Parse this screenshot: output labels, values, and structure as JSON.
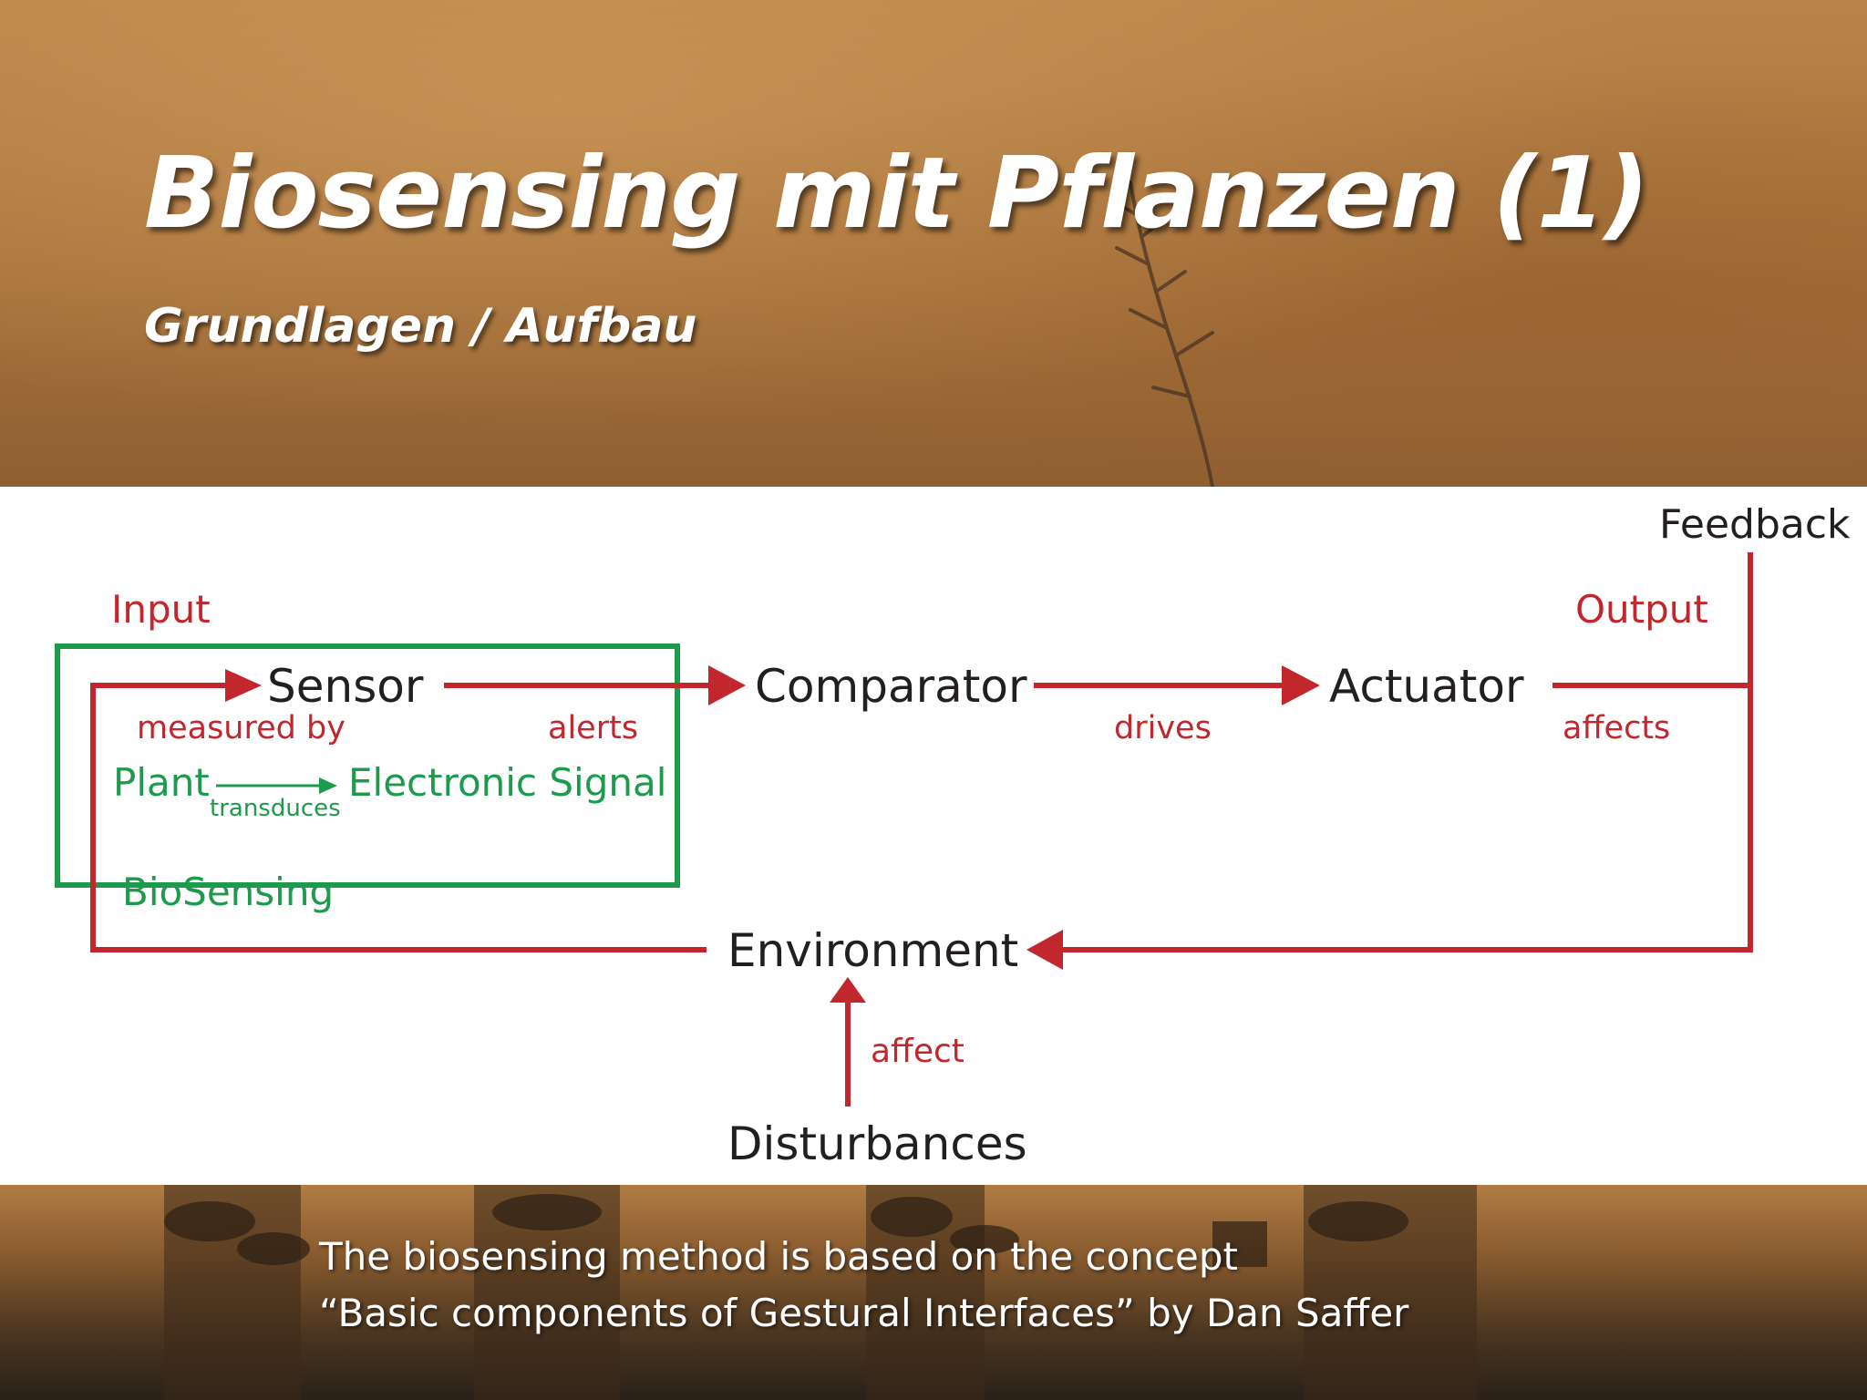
{
  "slide": {
    "title": "Biosensing mit Pflanzen (1)",
    "subtitle": "Grundlagen / Aufbau"
  },
  "diagram": {
    "nodes": {
      "sensor": "Sensor",
      "comparator": "Comparator",
      "actuator": "Actuator",
      "environment": "Environment",
      "disturbances": "Disturbances",
      "feedback": "Feedback"
    },
    "section_labels": {
      "input": "Input",
      "output": "Output",
      "biosensing": "BioSensing"
    },
    "edge_labels": {
      "measured_by": "measured by",
      "alerts": "alerts",
      "drives": "drives",
      "affects": "affects",
      "affect": "affect",
      "transduces": "transduces"
    },
    "biosensing_chain": {
      "source": "Plant",
      "target": "Electronic Signal"
    },
    "colors": {
      "flow": "#c1272d",
      "biosensing": "#1e9a4c",
      "node_text": "#231f20"
    }
  },
  "caption": {
    "line1": "The biosensing method is based on the concept",
    "line2": "“Basic components of Gestural Interfaces” by Dan Saffer"
  }
}
